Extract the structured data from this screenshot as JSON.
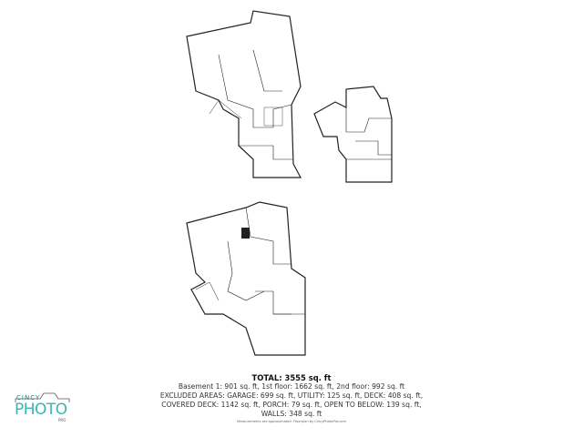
{
  "summary": {
    "total": "TOTAL: 3555 sq. ft",
    "line1": "Basement 1: 901 sq. ft, 1st floor: 1662 sq. ft, 2nd floor: 992 sq. ft",
    "line2": "EXCLUDED AREAS: GARAGE: 699 sq. ft, UTILITY: 125 sq. ft, DECK: 408 sq. ft,",
    "line3": "COVERED DECK: 1142 sq. ft, PORCH: 79 sq. ft, OPEN TO BELOW: 139 sq. ft,",
    "line4": "WALLS: 348 sq. ft"
  },
  "note": "Measurements are approximated. Floorplan by CincyPhotoPro.com",
  "logo": {
    "cincy": "CINCY",
    "photo": "PHOTO",
    "pro": "PRO",
    "color": "#3bb6b2"
  }
}
